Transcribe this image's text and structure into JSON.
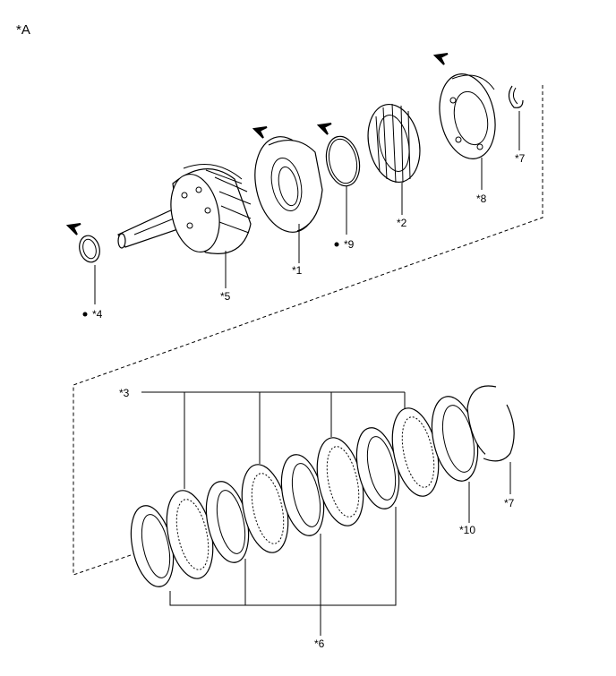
{
  "view_label": "*A",
  "callouts": {
    "c1": "*1",
    "c2": "*2",
    "c3": "*3",
    "c4": "*4",
    "c5": "*5",
    "c6": "*6",
    "c7a": "*7",
    "c7b": "*7",
    "c8": "*8",
    "c9": "*9",
    "c10": "*10"
  },
  "icons": [
    "arrow-indicator-icon",
    "dot-marker-icon"
  ]
}
